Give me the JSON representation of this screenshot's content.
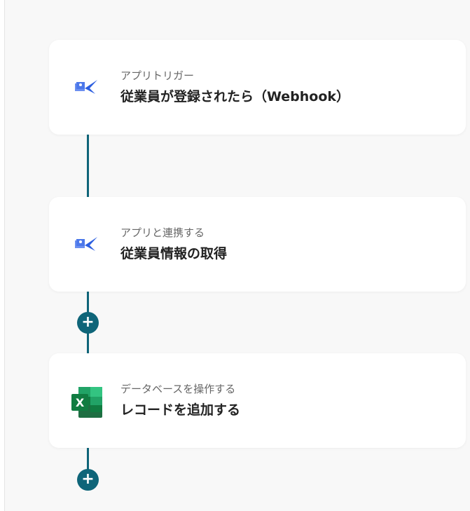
{
  "steps": [
    {
      "type": "アプリトリガー",
      "title": "従業員が登録されたら（Webhook）",
      "icon": "employee-app-icon"
    },
    {
      "type": "アプリと連携する",
      "title": "従業員情報の取得",
      "icon": "employee-app-icon"
    },
    {
      "type": "データベースを操作する",
      "title": "レコードを追加する",
      "icon": "excel-icon"
    }
  ],
  "plus_label": "+",
  "colors": {
    "connector": "#0f6579"
  }
}
